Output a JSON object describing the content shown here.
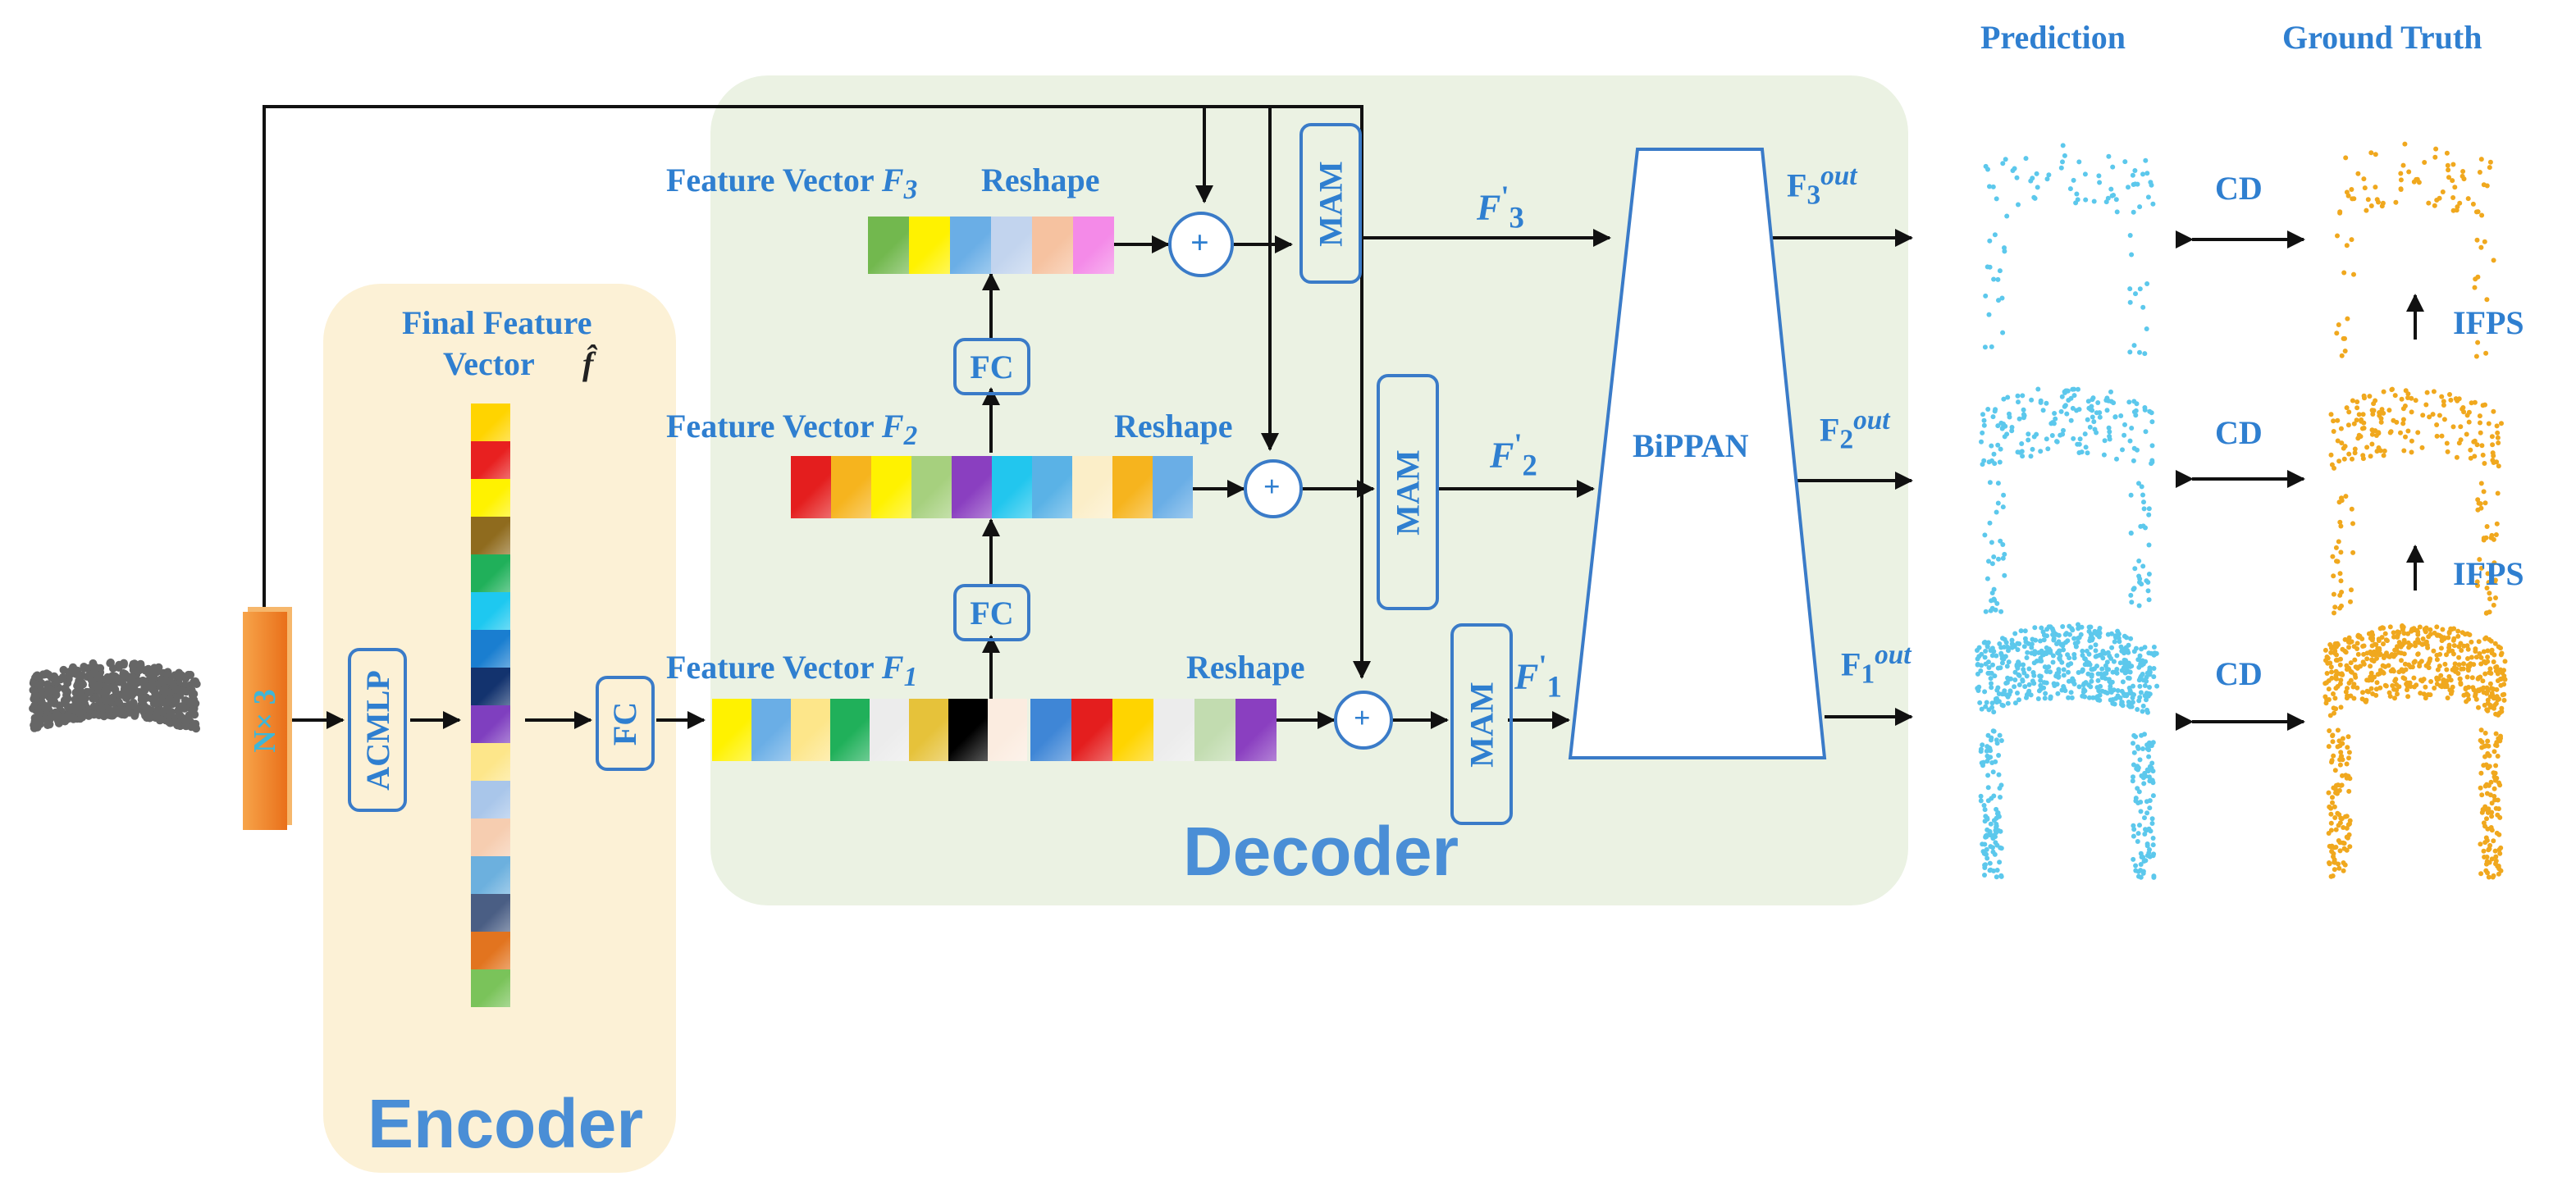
{
  "labels": {
    "encoder": "Encoder",
    "decoder": "Decoder",
    "final_feature_line1": "Final Feature",
    "final_feature_line2": "Vector",
    "final_feature_symbol": "f̂",
    "input_shape": "N× 3",
    "acmlp": "ACMLP",
    "fc": "FC",
    "feature_vector": "Feature Vector",
    "f1": "F",
    "f1_sub": "1",
    "f2": "F",
    "f2_sub": "2",
    "f3": "F",
    "f3_sub": "3",
    "reshape": "Reshape",
    "mam": "MAM",
    "bippan": "BiPPAN",
    "f_prime": "F",
    "prime_mark": "'",
    "f_out": "F",
    "out_sup": "out",
    "sub1": "1",
    "sub2": "2",
    "sub3": "3",
    "prediction": "Prediction",
    "ground_truth": "Ground Truth",
    "cd": "CD",
    "ifps": "IFPS",
    "plus": "+"
  },
  "colors": {
    "blue_text": "#2f7fd0",
    "box_border": "#3a7bc8",
    "encoder_bg": "#fcf1d6",
    "decoder_bg": "#ebf2e3",
    "prediction_points": "#5cc8ec",
    "ground_truth_points": "#f0a81e",
    "input_points": "#666666",
    "input_bar": "#f0882a"
  },
  "final_feature_colors": [
    "#ffd400",
    "#e82020",
    "#fff200",
    "#8f6b1e",
    "#20b05a",
    "#1ec8f0",
    "#1a7ed0",
    "#13336e",
    "#7f3fbf",
    "#fde68a",
    "#a9c6ea",
    "#f6cdb0",
    "#6cb0de",
    "#4a5e84",
    "#e2741f",
    "#7ac35a"
  ],
  "f3_colors": [
    "#72b84e",
    "#fff200",
    "#6aaee6",
    "#c2d4ee",
    "#f6c2a0",
    "#f48ae8"
  ],
  "f2_colors": [
    "#e41e1e",
    "#f6b41e",
    "#fff200",
    "#a6d07e",
    "#8a3fc0",
    "#22c6ee",
    "#5ab2e6",
    "#fbeec8",
    "#f6b41e",
    "#6aaee6"
  ],
  "f1a_colors": [
    "#fff200",
    "#6aaee6",
    "#fde68a",
    "#20b05a",
    "#ececec",
    "#e6c23a",
    "#000000",
    "#fbece0"
  ],
  "f1b_colors": [
    "#3f86d6",
    "#e41e1e",
    "#ffd400",
    "#ececec",
    "#c2dcb0",
    "#8a3fc0"
  ]
}
